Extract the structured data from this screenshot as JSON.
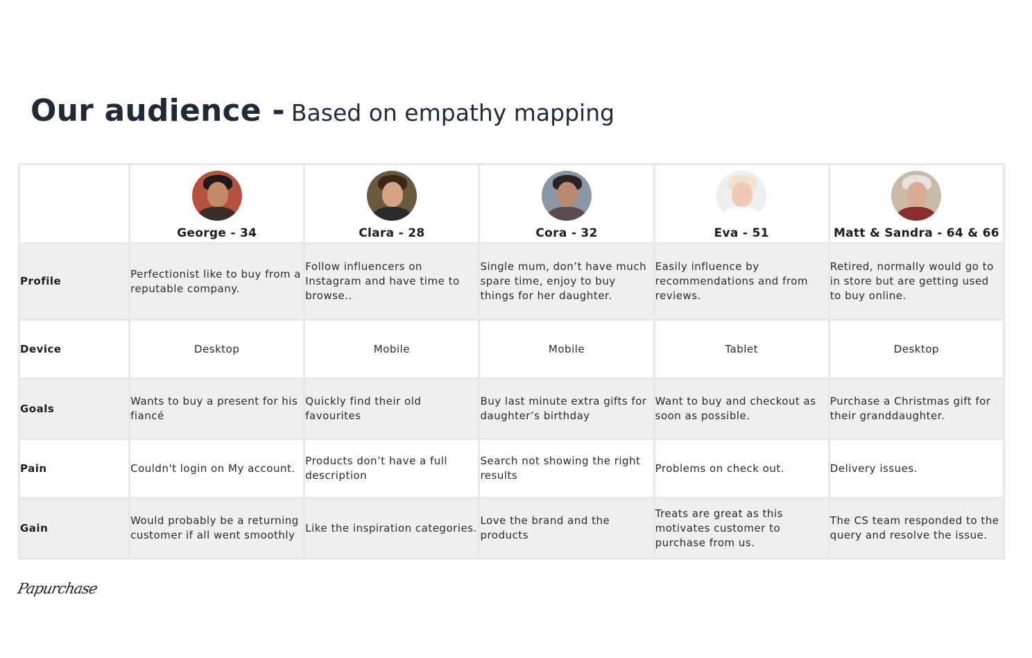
{
  "title": {
    "main": "Our audience -",
    "subtitle": "Based on empathy mapping"
  },
  "personas": [
    {
      "name": "George - 34",
      "avatar": {
        "bg": "#b5523d",
        "skin": "#c48a66",
        "hair": "#1e1a18",
        "shirt": "#3a2d2a"
      }
    },
    {
      "name": "Clara - 28",
      "avatar": {
        "bg": "#6a5a3e",
        "skin": "#d6a482",
        "hair": "#3b2617",
        "shirt": "#2b2b2b"
      }
    },
    {
      "name": "Cora - 32",
      "avatar": {
        "bg": "#8a96a8",
        "skin": "#b88970",
        "hair": "#2a2324",
        "shirt": "#5b4b4f"
      }
    },
    {
      "name": "Eva - 51",
      "avatar": {
        "bg": "#eceef0",
        "skin": "#efcbb5",
        "hair": "#f0e2c8",
        "shirt": "#ffffff"
      }
    },
    {
      "name": "Matt & Sandra - 64 & 66",
      "avatar": {
        "bg": "#c9b9a6",
        "skin": "#d9ad93",
        "hair": "#e6e3df",
        "shirt": "#8a2d2f"
      }
    }
  ],
  "rows": [
    {
      "label": "Profile",
      "cells": [
        "Perfectionist like to buy from a reputable company.",
        "Follow influencers on Instagram and have time to browse..",
        "Single mum, don’t have much spare time, enjoy to buy things for her daughter.",
        "Easily influence by recommendations and from reviews.",
        "Retired, normally would go to in store but are getting used to buy online."
      ]
    },
    {
      "label": "Device",
      "cells": [
        "Desktop",
        "Mobile",
        "Mobile",
        "Tablet",
        "Desktop"
      ]
    },
    {
      "label": "Goals",
      "cells": [
        "Wants to buy a present for his fiancé",
        "Quickly find their old favourites",
        "Buy last minute extra gifts for daughter’s birthday",
        "Want to buy and checkout as soon as possible.",
        "Purchase a Christmas gift for their granddaughter."
      ]
    },
    {
      "label": "Pain",
      "cells": [
        "Couldn't login on My account.",
        "Products don’t have a full description",
        "Search not showing the right results",
        "Problems on check out.",
        "Delivery issues."
      ]
    },
    {
      "label": "Gain",
      "cells": [
        "Would probably be a returning customer if all went smoothly",
        "Like the inspiration categories.",
        "Love the brand and the products",
        "Treats are great as this motivates customer to purchase from us.",
        "The CS team responded to the query and resolve the issue."
      ]
    }
  ],
  "logo_text": "Papurchase"
}
